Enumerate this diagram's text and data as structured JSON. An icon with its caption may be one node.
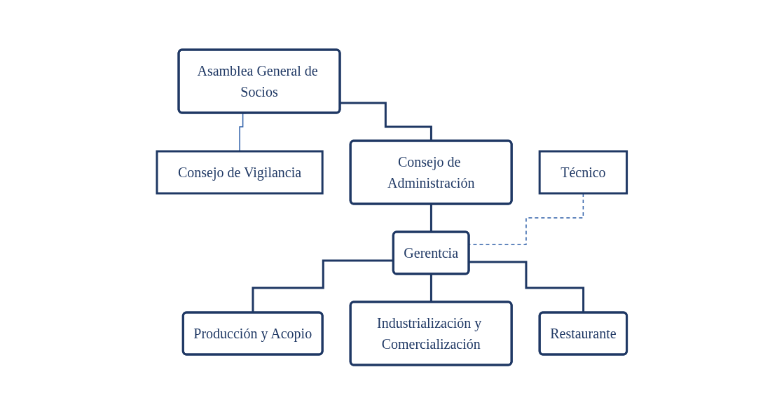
{
  "diagram": {
    "nodes": [
      {
        "text": [
          "Asamblea General de Socios"
        ]
      },
      {
        "text": [
          "Consejo de Vigilancia"
        ]
      },
      {
        "text": [
          "Consejo de Administración"
        ]
      },
      {
        "text": [
          "Gerentcia"
        ]
      },
      {
        "text": [
          "Técnico"
        ]
      },
      {
        "text": [
          "Producción y Acopio"
        ]
      },
      {
        "text": [
          "Industrialización y Comercialización"
        ]
      },
      {
        "text": [
          "Restaurante"
        ]
      }
    ],
    "edges": [
      {
        "from": 0,
        "to": 2,
        "arrow": "none"
      },
      {
        "from": 0,
        "to": 1,
        "arrow": "none",
        "color": "#2e5fa8"
      },
      {
        "from": 2,
        "to": 3,
        "arrow": "none"
      },
      {
        "from": 4,
        "to": 3,
        "arrow": "none",
        "style": "dashed",
        "color": "#2e5fa8"
      },
      {
        "from": 3,
        "to": 5,
        "arrow": "none"
      },
      {
        "from": 3,
        "to": 6,
        "arrow": "none"
      },
      {
        "from": 3,
        "to": 7,
        "arrow": "none"
      }
    ]
  }
}
